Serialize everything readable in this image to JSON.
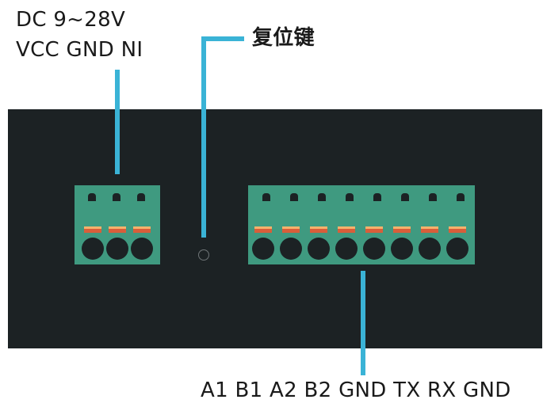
{
  "power_label": {
    "line1": "DC 9~28V",
    "line2": "VCC GND NI"
  },
  "reset_label": "复位键",
  "io_label": "A1 B1 A2 B2 GND TX RX GND",
  "colors": {
    "panel": "#1c2224",
    "connector": "#3f9a80",
    "leader_line": "#3ab3d6",
    "tab_orange": "#d85e3a",
    "text": "#1a1a1a"
  },
  "power_connector": {
    "pins": 3
  },
  "io_connector": {
    "pins": 8
  }
}
